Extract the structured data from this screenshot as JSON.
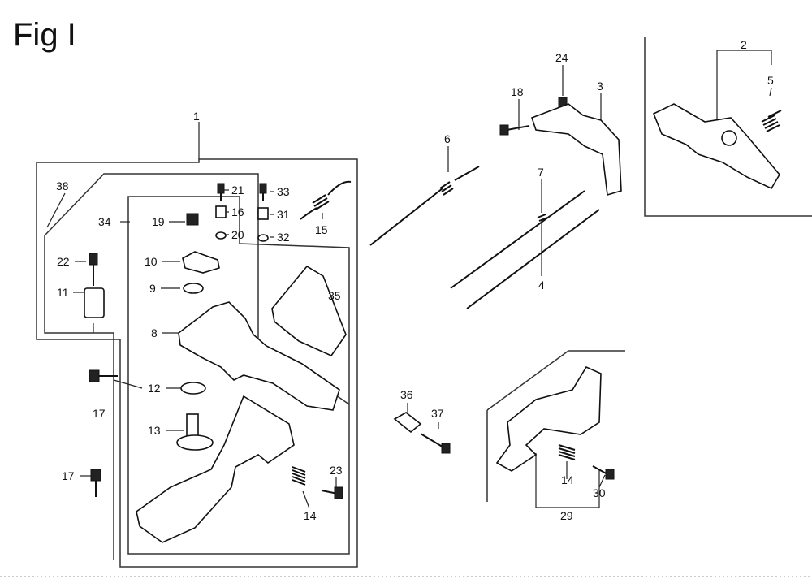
{
  "figure_title": "Fig I",
  "callouts": {
    "c1": "1",
    "c2": "2",
    "c3": "3",
    "c4": "4",
    "c5": "5",
    "c6": "6",
    "c7": "7",
    "c8": "8",
    "c9": "9",
    "c10": "10",
    "c11": "11",
    "c12": "12",
    "c13": "13",
    "c14a": "14",
    "c14b": "14",
    "c15": "15",
    "c16": "16",
    "c17a": "17",
    "c17b": "17",
    "c18": "18",
    "c19": "19",
    "c20": "20",
    "c21": "21",
    "c22": "22",
    "c23": "23",
    "c24": "24",
    "c29": "29",
    "c30": "30",
    "c31": "31",
    "c32": "32",
    "c33": "33",
    "c34": "34",
    "c35": "35",
    "c36": "36",
    "c37": "37",
    "c38": "38"
  }
}
